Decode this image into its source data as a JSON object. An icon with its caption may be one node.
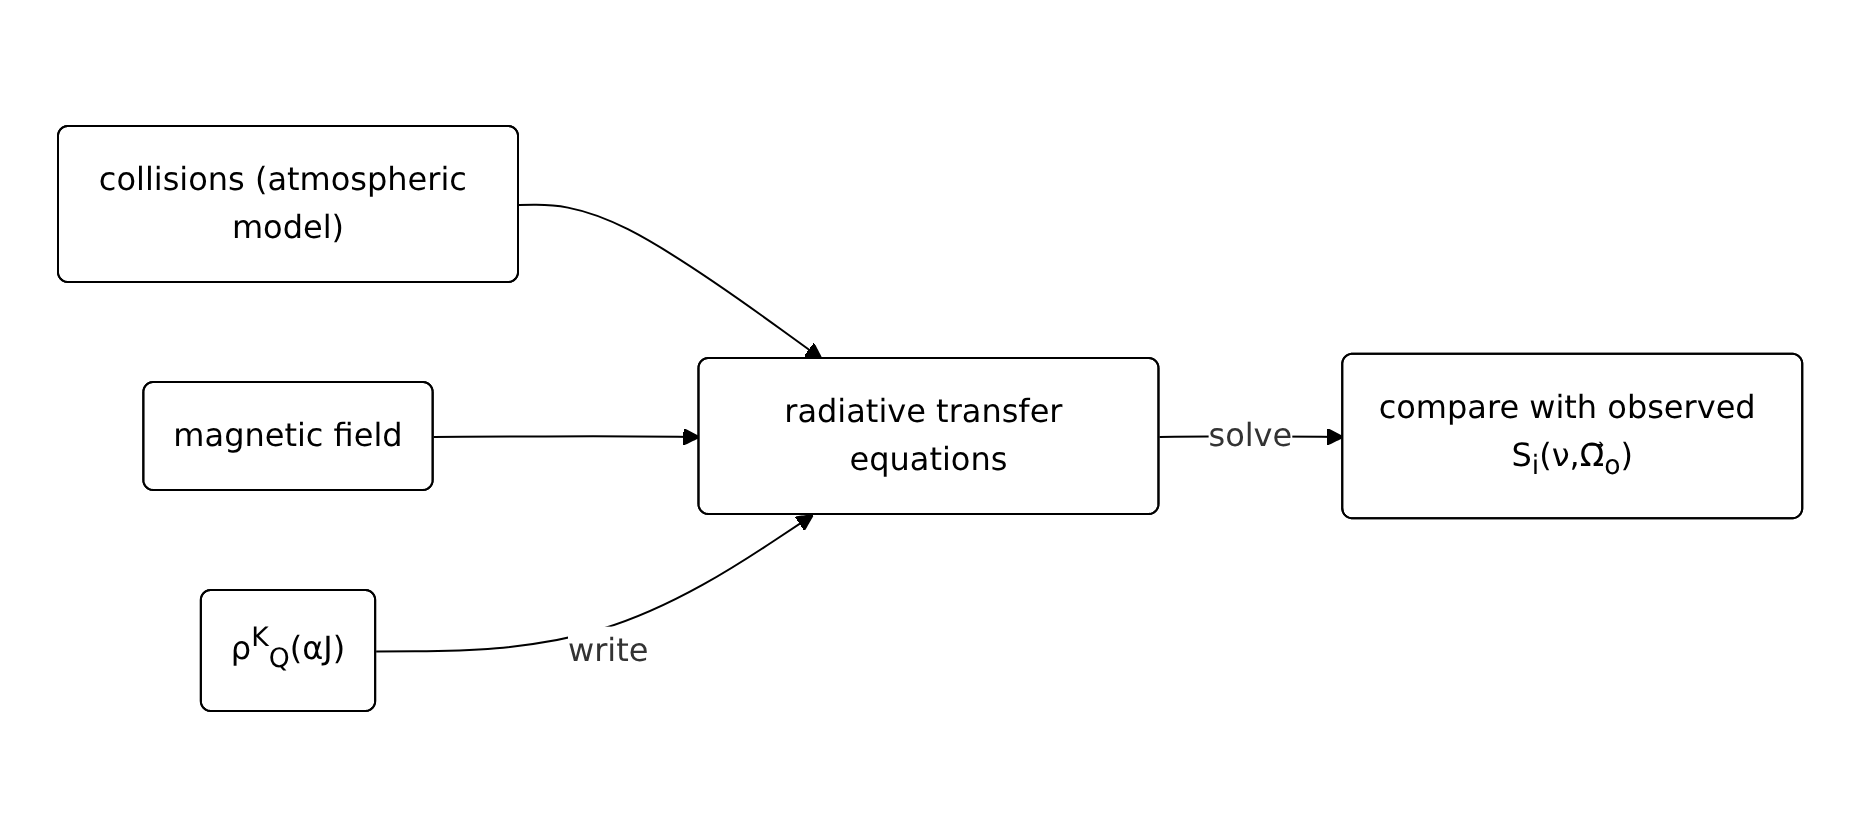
{
  "diagram": {
    "nodes": [
      {
        "text": [
          "collisions (atmospheric model)"
        ]
      },
      {
        "text": [
          "magnetic field"
        ]
      },
      {
        "text": [
          "ρ$^{K}$$_{Q}$(αJ)"
        ]
      },
      {
        "text": [
          "radiative transfer equations"
        ]
      },
      {
        "text": [
          "compare with observed S$_{i}$(ν,Ω⃗$_{o}$)"
        ]
      }
    ],
    "edges": [
      {
        "from": 0,
        "to": 3,
        "arrow": "to"
      },
      {
        "from": 1,
        "to": 3,
        "arrow": "to"
      },
      {
        "from": 2,
        "to": 3,
        "label": "write",
        "arrow": "to"
      },
      {
        "from": 3,
        "to": 4,
        "label": "solve",
        "arrow": "to"
      }
    ]
  }
}
